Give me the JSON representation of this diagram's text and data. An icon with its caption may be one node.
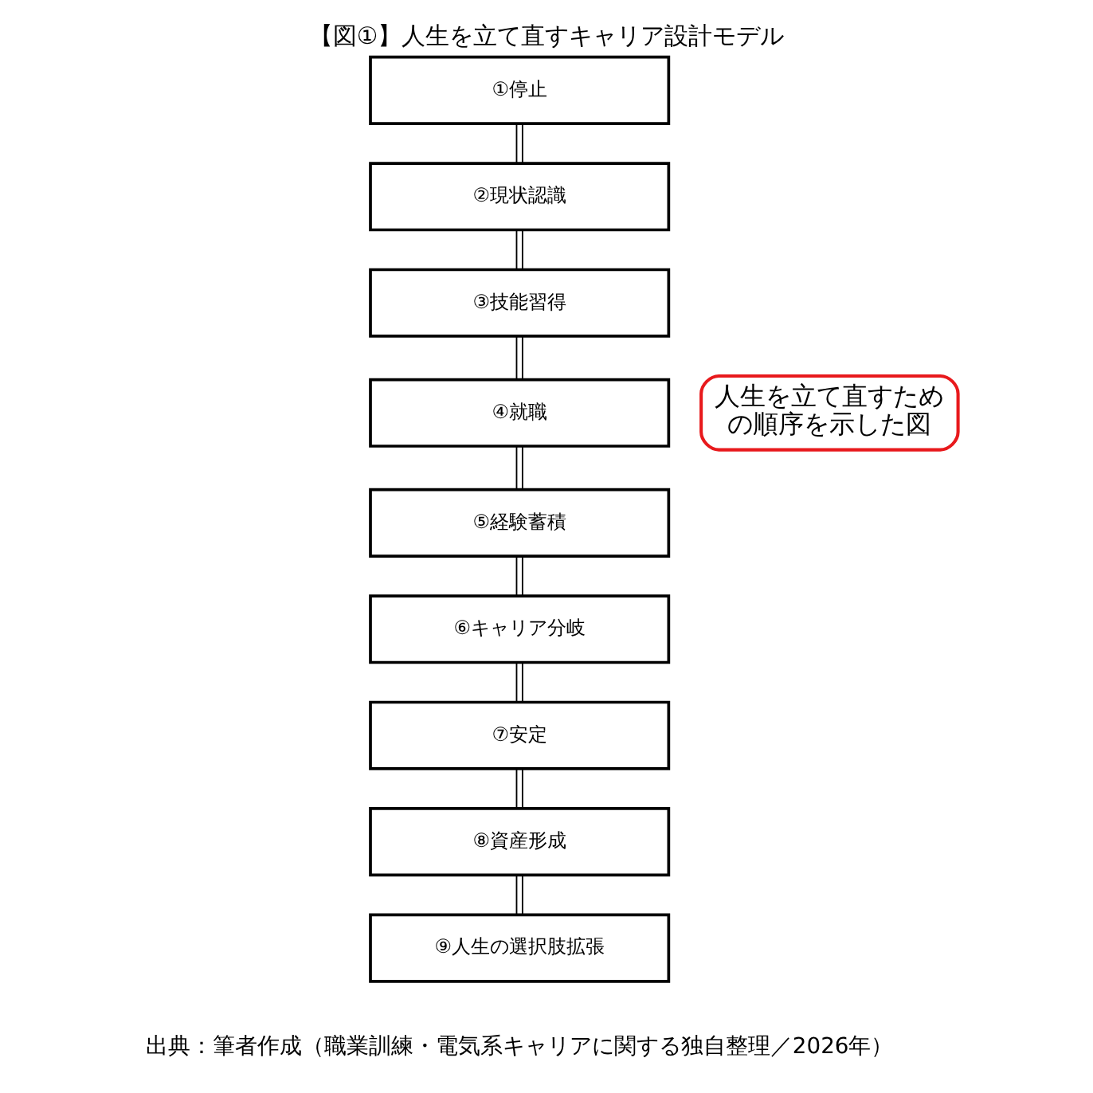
{
  "diagram": {
    "title": "【図①】人生を立て直すキャリア設計モデル",
    "caption": "出典：筆者作成（職業訓練・電気系キャリアに関する独自整理／2026年）",
    "nodes": [
      {
        "text": [
          "①停止"
        ]
      },
      {
        "text": [
          "②現状認識"
        ]
      },
      {
        "text": [
          "③技能習得"
        ]
      },
      {
        "text": [
          "④就職"
        ]
      },
      {
        "text": [
          "⑤経験蓄積"
        ]
      },
      {
        "text": [
          "⑥キャリア分岐"
        ]
      },
      {
        "text": [
          "⑦安定"
        ]
      },
      {
        "text": [
          "⑧資産形成"
        ]
      },
      {
        "text": [
          "⑨人生の選択肢拡張"
        ]
      },
      {
        "text": [
          "人生を立て直すための順序を示した図"
        ]
      }
    ],
    "edges": [
      {
        "from": 0,
        "to": 1,
        "arrow": "none"
      },
      {
        "from": 1,
        "to": 2,
        "arrow": "none"
      },
      {
        "from": 2,
        "to": 3,
        "arrow": "none"
      },
      {
        "from": 3,
        "to": 4,
        "arrow": "none"
      },
      {
        "from": 4,
        "to": 5,
        "arrow": "none"
      },
      {
        "from": 5,
        "to": 6,
        "arrow": "none"
      },
      {
        "from": 6,
        "to": 7,
        "arrow": "none"
      },
      {
        "from": 7,
        "to": 8,
        "arrow": "none"
      }
    ]
  }
}
